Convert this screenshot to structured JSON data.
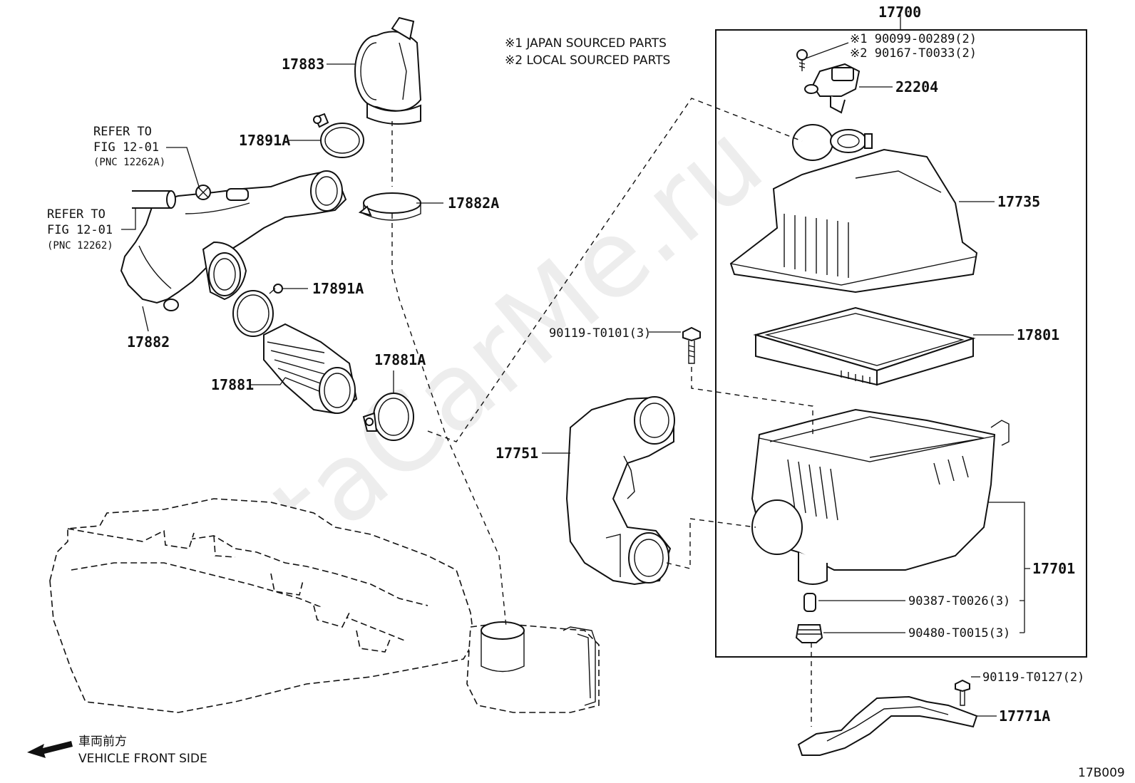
{
  "watermark": "ToyotaCarMe.ru",
  "notes": {
    "japan": "※1 JAPAN SOURCED PARTS",
    "local": "※2 LOCAL SOURCED PARTS"
  },
  "assembly": {
    "label": "17700",
    "bolt_japan": "※1 90099-00289(2)",
    "bolt_local": "※2 90167-T0033(2)"
  },
  "parts": {
    "p17883": "17883",
    "p17891a_top": "17891A",
    "p17882a": "17882A",
    "p17882": "17882",
    "p17891a_mid": "17891A",
    "p17881": "17881",
    "p17881a": "17881A",
    "p22204": "22204",
    "p17735": "17735",
    "p17801": "17801",
    "p17751": "17751",
    "p17701": "17701",
    "p90119_t0101": "90119-T0101(3)",
    "p90387": "90387-T0026(3)",
    "p90480": "90480-T0015(3)",
    "p90119_t0127": "90119-T0127(2)",
    "p17771a": "17771A"
  },
  "refs": {
    "ref_a_line1": "REFER TO",
    "ref_a_line2": "FIG 12-01",
    "ref_a_line3": "(PNC 12262A)",
    "ref_b_line1": "REFER TO",
    "ref_b_line2": "FIG 12-01",
    "ref_b_line3": "(PNC 12262)"
  },
  "direction": {
    "jp": "車両前方",
    "en": "VEHICLE FRONT SIDE"
  },
  "figure_code": "17B009"
}
